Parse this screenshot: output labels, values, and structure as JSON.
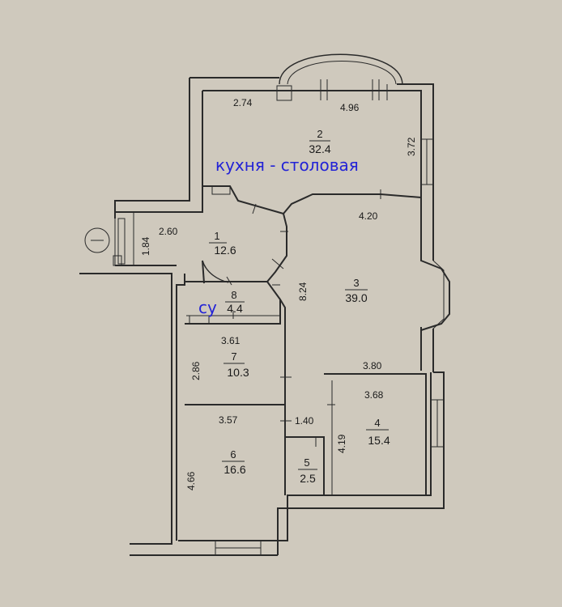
{
  "rooms": [
    {
      "number": "1",
      "area": "12.6"
    },
    {
      "number": "2",
      "area": "32.4"
    },
    {
      "number": "3",
      "area": "39.0"
    },
    {
      "number": "4",
      "area": "15.4"
    },
    {
      "number": "5",
      "area": "2.5"
    },
    {
      "number": "6",
      "area": "16.6"
    },
    {
      "number": "7",
      "area": "10.3"
    },
    {
      "number": "8",
      "area": "4.4"
    }
  ],
  "dimensions": {
    "d_274": "2.74",
    "d_496": "4.96",
    "d_372": "3.72",
    "d_420": "4.20",
    "d_260": "2.60",
    "d_184": "1.84",
    "d_824": "8.24",
    "d_361": "3.61",
    "d_286": "2.86",
    "d_380": "3.80",
    "d_368": "3.68",
    "d_357": "3.57",
    "d_140": "1.40",
    "d_419": "4.19",
    "d_466": "4.66"
  },
  "annotations": {
    "kitchen": "кухня - столовая",
    "bathroom": "су"
  },
  "colors": {
    "paper": "#cfc9bd",
    "ink": "#2a2a2a",
    "annotation": "#2323d6"
  }
}
